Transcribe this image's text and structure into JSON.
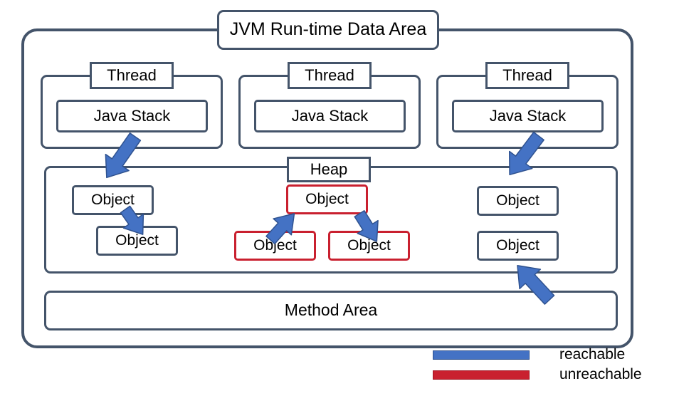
{
  "diagram": {
    "title": "JVM Run-time Data Area",
    "colors": {
      "outline": "#44546A",
      "reachable": "#4472C4",
      "unreachable": "#C9202F",
      "background": "#FFFFFF"
    },
    "threads": [
      {
        "label": "Thread",
        "stack_label": "Java Stack"
      },
      {
        "label": "Thread",
        "stack_label": "Java Stack"
      },
      {
        "label": "Thread",
        "stack_label": "Java Stack"
      }
    ],
    "heap": {
      "label": "Heap",
      "objects": [
        {
          "id": "a1",
          "label": "Object",
          "state": "reachable"
        },
        {
          "id": "a2",
          "label": "Object",
          "state": "reachable"
        },
        {
          "id": "b-top",
          "label": "Object",
          "state": "unreachable"
        },
        {
          "id": "b-left",
          "label": "Object",
          "state": "unreachable"
        },
        {
          "id": "b-right",
          "label": "Object",
          "state": "unreachable"
        },
        {
          "id": "c1",
          "label": "Object",
          "state": "reachable"
        },
        {
          "id": "c2",
          "label": "Object",
          "state": "reachable"
        }
      ]
    },
    "method_area": {
      "label": "Method Area"
    },
    "legend": [
      {
        "key": "reachable",
        "label": "reachable",
        "color": "#4472C4"
      },
      {
        "key": "unreachable",
        "label": "unreachable",
        "color": "#C9202F"
      }
    ]
  }
}
